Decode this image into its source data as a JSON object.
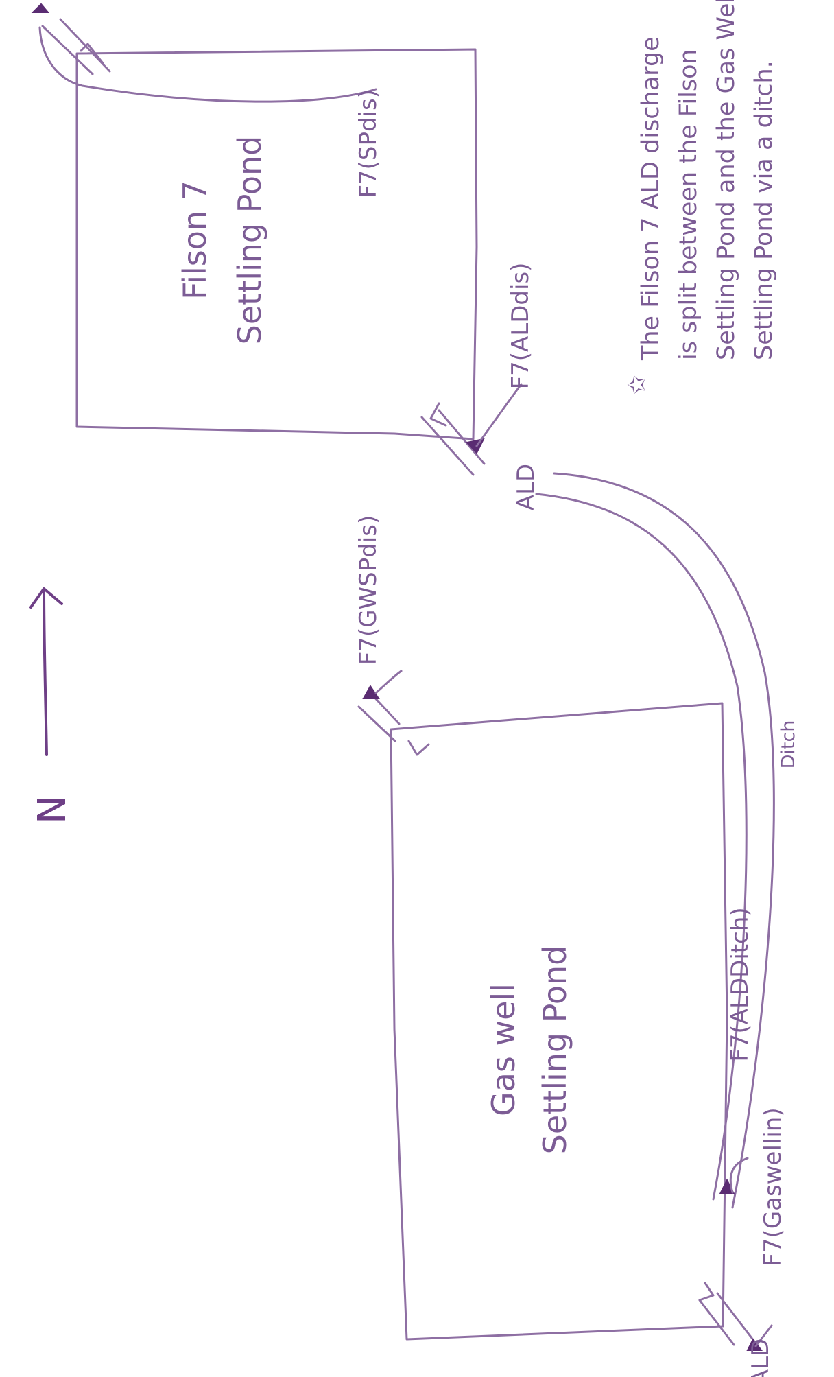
{
  "ponds": {
    "filson": {
      "line1": "Filson 7",
      "line2": "Settling Pond"
    },
    "gaswell": {
      "line1": "Gas well",
      "line2": "Settling Pond"
    }
  },
  "labels": {
    "spdis": "F7(SPdis)",
    "aldis": "F7(ALDdis)",
    "gwspdis": "F7(GWSPdis)",
    "alditch": "F7(ALDDitch)",
    "gaswellin": "F7(Gaswellin)",
    "ald_upper": "ALD",
    "ald_lower": "ALD",
    "ditch": "Ditch",
    "north": "N"
  },
  "note": {
    "line1": "The Filson 7 ALD discharge",
    "line2": "is split between the Filson",
    "line3": "Settling Pond and the Gas Well",
    "line4": "Settling Pond via a ditch."
  },
  "colors": {
    "ink": "#8e6fa3",
    "ink_dark": "#6e3f86",
    "sample_marker": "#5a2c72"
  }
}
